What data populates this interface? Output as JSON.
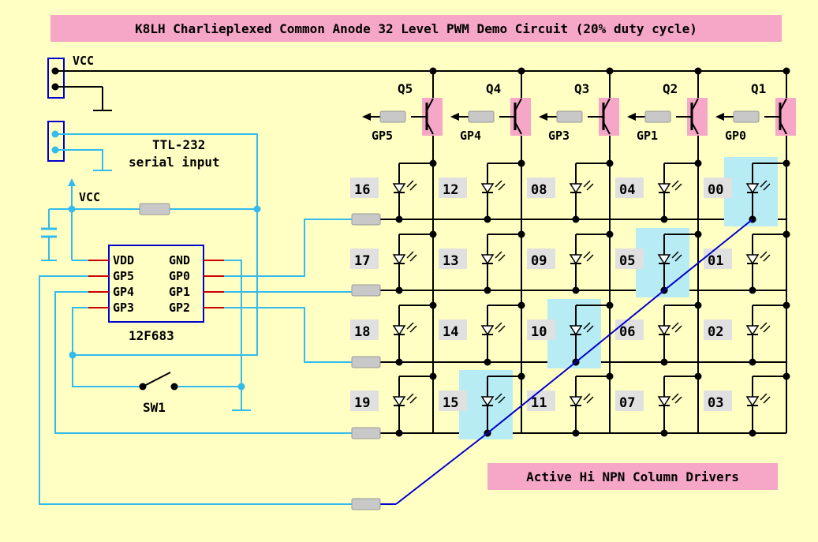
{
  "title": "K8LH Charlieplexed Common Anode 32 Level PWM Demo Circuit (20% duty cycle)",
  "footer_note": "Active Hi NPN Column Drivers",
  "labels": {
    "vcc_top": "VCC",
    "vcc_mid": "VCC",
    "ttl_line1": "TTL-232",
    "ttl_line2": "serial input",
    "chip": "12F683",
    "switch": "SW1"
  },
  "chip_pins_left": [
    "VDD",
    "GP5",
    "GP4",
    "GP3"
  ],
  "chip_pins_right": [
    "GND",
    "GP0",
    "GP1",
    "GP2"
  ],
  "transistors": [
    {
      "name": "Q5",
      "gpio": "GP5"
    },
    {
      "name": "Q4",
      "gpio": "GP4"
    },
    {
      "name": "Q3",
      "gpio": "GP3"
    },
    {
      "name": "Q2",
      "gpio": "GP1"
    },
    {
      "name": "Q1",
      "gpio": "GP0"
    }
  ],
  "led_grid": [
    [
      "16",
      "12",
      "08",
      "04",
      "00"
    ],
    [
      "17",
      "13",
      "09",
      "05",
      "01"
    ],
    [
      "18",
      "14",
      "10",
      "06",
      "02"
    ],
    [
      "19",
      "15",
      "11",
      "07",
      "03"
    ]
  ],
  "highlighted_leds": [
    "00",
    "05",
    "10",
    "15"
  ],
  "colors": {
    "background": "#ffffc4",
    "pink": "#f6a6c6",
    "wire_black": "#000000",
    "wire_cyan": "#33bbee",
    "wire_blue": "#0000cc",
    "pin_red": "#cc0000",
    "highlight": "#b8ecf4",
    "resistor": "#c8c8c8"
  }
}
